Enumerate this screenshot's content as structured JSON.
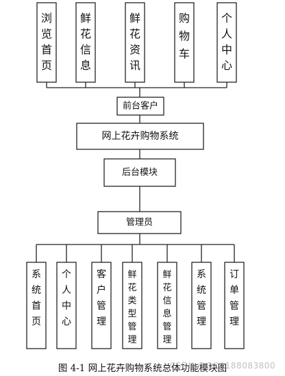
{
  "front_modules": [
    {
      "label": "浏览首页"
    },
    {
      "label": "鲜花信息"
    },
    {
      "label": "鲜花资讯"
    },
    {
      "label": "购物车"
    },
    {
      "label": "个人中心"
    }
  ],
  "front_client": "前台客户",
  "system_name": "网上花卉购物系统",
  "backend_module": "后台模块",
  "admin": "管理员",
  "back_modules": [
    {
      "label": "系统首页"
    },
    {
      "label": "个人中心"
    },
    {
      "label": "客户管理"
    },
    {
      "label": "鲜花类型管理"
    },
    {
      "label": "鲜花信息管理"
    },
    {
      "label": "系统管理"
    },
    {
      "label": "订单管理"
    }
  ],
  "caption": "图 4-1 网上花卉购物系统总体功能模块图",
  "watermark": "CSDN @QQ1188083800"
}
